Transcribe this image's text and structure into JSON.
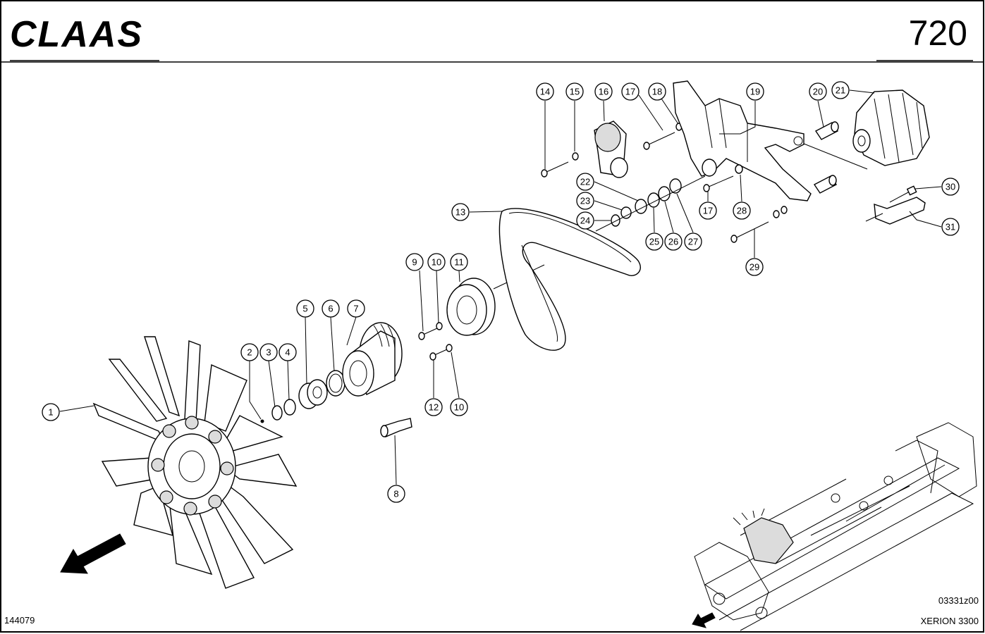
{
  "header": {
    "brand": "CLAAS",
    "page_number": "720"
  },
  "footer": {
    "left_code": "144079",
    "drawing_code": "03331z00",
    "model": "XERION 3300"
  },
  "callouts": [
    {
      "label": "1"
    },
    {
      "label": "2"
    },
    {
      "label": "3"
    },
    {
      "label": "4"
    },
    {
      "label": "5"
    },
    {
      "label": "6"
    },
    {
      "label": "7"
    },
    {
      "label": "8"
    },
    {
      "label": "9"
    },
    {
      "label": "10"
    },
    {
      "label": "10"
    },
    {
      "label": "11"
    },
    {
      "label": "12"
    },
    {
      "label": "13"
    },
    {
      "label": "14"
    },
    {
      "label": "15"
    },
    {
      "label": "16"
    },
    {
      "label": "17"
    },
    {
      "label": "17"
    },
    {
      "label": "18"
    },
    {
      "label": "19"
    },
    {
      "label": "20"
    },
    {
      "label": "21"
    },
    {
      "label": "22"
    },
    {
      "label": "23"
    },
    {
      "label": "24"
    },
    {
      "label": "25"
    },
    {
      "label": "26"
    },
    {
      "label": "27"
    },
    {
      "label": "28"
    },
    {
      "label": "29"
    },
    {
      "label": "30"
    },
    {
      "label": "31"
    }
  ]
}
